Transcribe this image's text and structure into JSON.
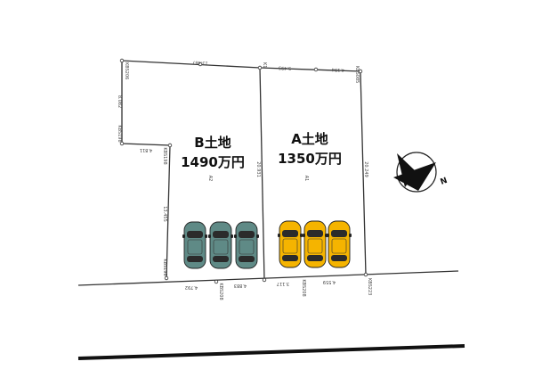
{
  "lots": [
    {
      "name": "A土地",
      "price": "1350万円",
      "code": "A1"
    },
    {
      "name": "B土地",
      "price": "1490万円",
      "code": "A2"
    }
  ],
  "dimensions": {
    "top_left": "13.467",
    "top_mid": "5.495",
    "top_right": "4.194",
    "left_upper": "8.082",
    "step": "4.811",
    "left_lower": "13.455",
    "divider": "20.931",
    "right": "20.249",
    "bottom_b1": "4.792",
    "bottom_b2": "4.883",
    "bottom_a1": "3.117",
    "bottom_a2": "4.559"
  },
  "markers": {
    "tl": "KBS206",
    "tr": "KBS085",
    "left_mid": "KBS198",
    "step_corner": "KBS198",
    "bottom_left": "KBS198",
    "bottom_mid1": "KBS208",
    "bottom_mid2": "KBS208",
    "bottom_right": "KBS223",
    "top_mid": "K1"
  },
  "compass": {
    "letter": "N"
  },
  "cars": {
    "lot_b_color": "#5f8a86",
    "lot_a_color": "#f5b400",
    "lot_b_count": 3,
    "lot_a_count": 3
  }
}
